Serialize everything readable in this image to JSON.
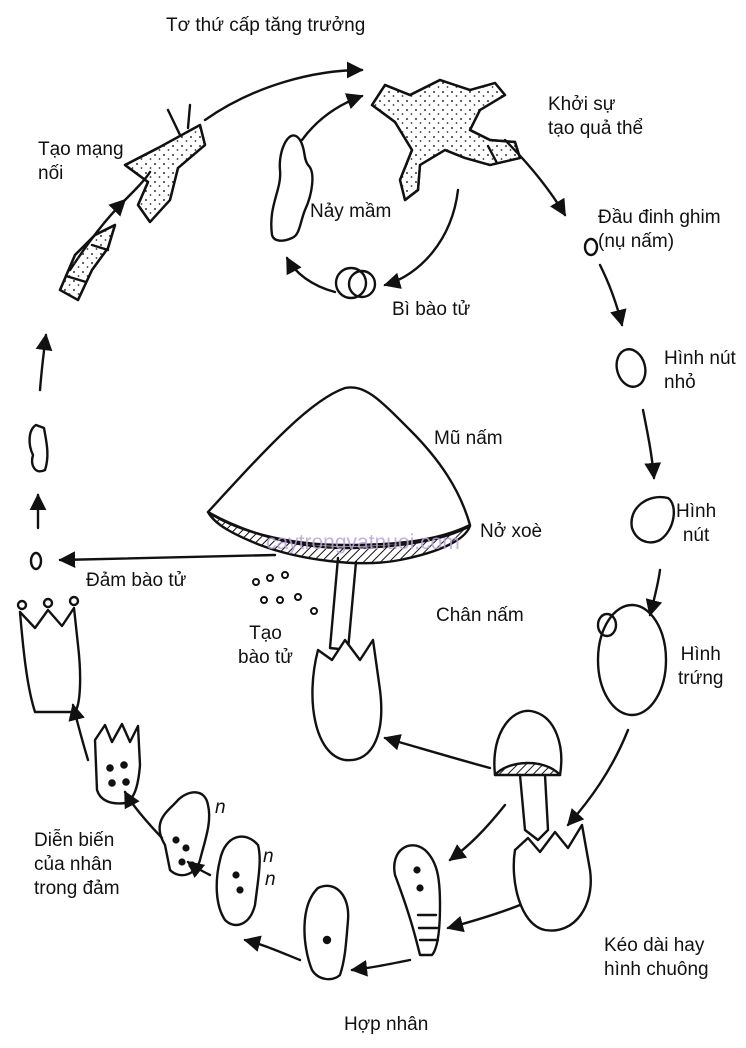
{
  "colors": {
    "ink": "#111111",
    "watermark": "#b9a4d6",
    "background": "#ffffff"
  },
  "labels": {
    "secondary_hyphae": "Tơ thứ cấp tăng trưởng",
    "fruiting_start": "Khởi sự\ntạo quả thể",
    "pinhead": "Đầu đinh ghim\n(nụ nấm)",
    "small_button": "Hình nút\nnhỏ",
    "button": "Hình\nnút",
    "egg": "Hình\ntrứng",
    "elongated": "Kéo dài hay\nhình chuông",
    "karyogamy": "Hợp nhân",
    "nuclear_events": "Diễn biến\ncủa nhân\ntrong đảm",
    "basidiospore": "Đảm bào tử",
    "anastomosis": "Tạo mạng\nnối",
    "germination": "Nảy mầm",
    "spore_sac": "Bì bào tử",
    "cap": "Mũ nấm",
    "expanded": "Nở xoè",
    "stipe": "Chân nấm",
    "spore_formation": "Tạo\nbào tử",
    "nucleus_n1": "n",
    "nucleus_n2": "n",
    "nucleus_n3": "n"
  },
  "watermark": "caytrongvatnuoi.com"
}
